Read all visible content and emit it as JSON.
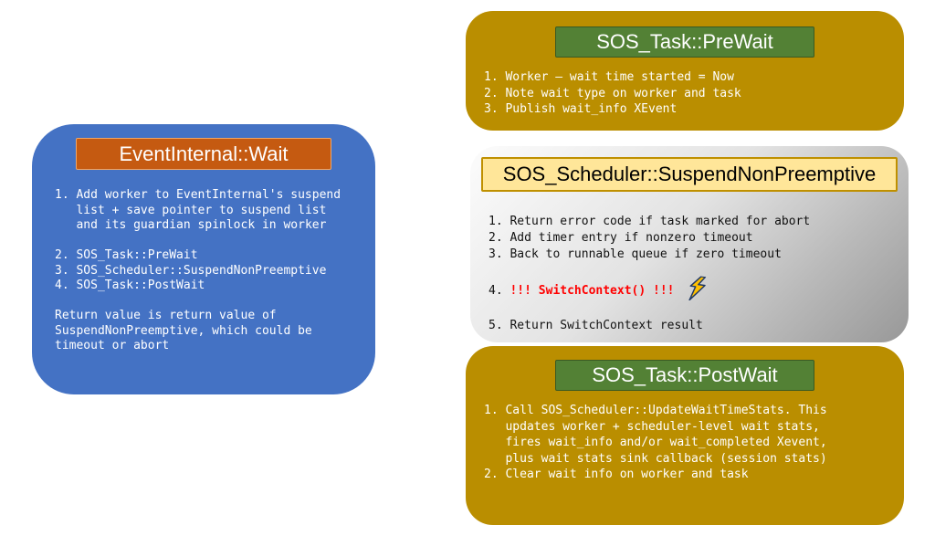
{
  "palette": {
    "blue": "#4472C4",
    "orange": "#C55A11",
    "gold": "#BA8E00",
    "green": "#538135",
    "yellow_title": "#FFE699",
    "red": "#FF0000",
    "bolt_fill": "#FFC000"
  },
  "boxes": {
    "event_wait": {
      "title": "EventInternal::Wait",
      "body": "1. Add worker to EventInternal's suspend\n   list + save pointer to suspend list\n   and its guardian spinlock in worker\n\n2. SOS_Task::PreWait\n3. SOS_Scheduler::SuspendNonPreemptive\n4. SOS_Task::PostWait\n\nReturn value is return value of\nSuspendNonPreemptive, which could be\ntimeout or abort"
    },
    "pre_wait": {
      "title": "SOS_Task::PreWait",
      "body": "1. Worker – wait time started = Now\n2. Note wait type on worker and task\n3. Publish wait_info XEvent"
    },
    "suspend_non_preemptive": {
      "title": "SOS_Scheduler::SuspendNonPreemptive",
      "body_top": "1. Return error code if task marked for abort\n2. Add timer entry if nonzero timeout\n3. Back to runnable queue if zero timeout",
      "switch_num": "4. ",
      "switch_line": "!!! SwitchContext() !!!",
      "bolt_icon": "lightning-bolt",
      "body_bottom": "5. Return SwitchContext result"
    },
    "post_wait": {
      "title": "SOS_Task::PostWait",
      "body": "1. Call SOS_Scheduler::UpdateWaitTimeStats. This\n   updates worker + scheduler-level wait stats,\n   fires wait_info and/or wait_completed Xevent,\n   plus wait stats sink callback (session stats)\n2. Clear wait info on worker and task"
    }
  }
}
